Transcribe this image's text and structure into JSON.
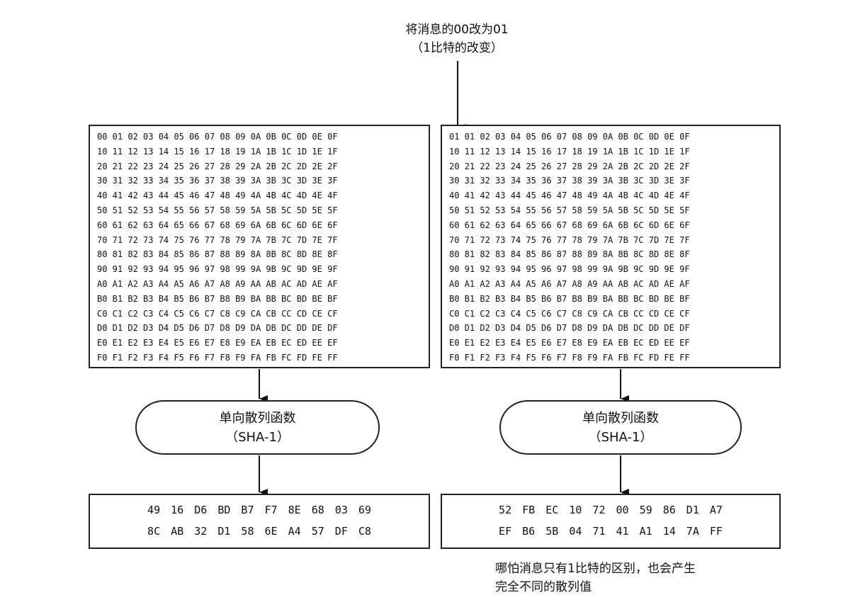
{
  "top_note": {
    "line1": "将消息的00改为01",
    "line2": "（1比特的改变）"
  },
  "left": {
    "message_rows": [
      "00 01 02 03 04 05 06 07 08 09 0A 0B 0C 0D 0E 0F",
      "10 11 12 13 14 15 16 17 18 19 1A 1B 1C 1D 1E 1F",
      "20 21 22 23 24 25 26 27 28 29 2A 2B 2C 2D 2E 2F",
      "30 31 32 33 34 35 36 37 38 39 3A 3B 3C 3D 3E 3F",
      "40 41 42 43 44 45 46 47 48 49 4A 4B 4C 4D 4E 4F",
      "50 51 52 53 54 55 56 57 58 59 5A 5B 5C 5D 5E 5F",
      "60 61 62 63 64 65 66 67 68 69 6A 6B 6C 6D 6E 6F",
      "70 71 72 73 74 75 76 77 78 79 7A 7B 7C 7D 7E 7F",
      "80 81 82 83 84 85 86 87 88 89 8A 8B 8C 8D 8E 8F",
      "90 91 92 93 94 95 96 97 98 99 9A 9B 9C 9D 9E 9F",
      "A0 A1 A2 A3 A4 A5 A6 A7 A8 A9 AA AB AC AD AE AF",
      "B0 B1 B2 B3 B4 B5 B6 B7 B8 B9 BA BB BC BD BE BF",
      "C0 C1 C2 C3 C4 C5 C6 C7 C8 C9 CA CB CC CD CE CF",
      "D0 D1 D2 D3 D4 D5 D6 D7 D8 D9 DA DB DC DD DE DF",
      "E0 E1 E2 E3 E4 E5 E6 E7 E8 E9 EA EB EC ED EE EF",
      "F0 F1 F2 F3 F4 F5 F6 F7 F8 F9 FA FB FC FD FE FF"
    ],
    "function_name": "单向散列函数",
    "function_algo": "（SHA-1）",
    "hash_line1": "49 16 D6 BD B7 F7 8E 68 03 69",
    "hash_line2": "8C AB 32 D1 58 6E A4 57 DF C8"
  },
  "right": {
    "message_rows": [
      "01 01 02 03 04 05 06 07 08 09 0A 0B 0C 0D 0E 0F",
      "10 11 12 13 14 15 16 17 18 19 1A 1B 1C 1D 1E 1F",
      "20 21 22 23 24 25 26 27 28 29 2A 2B 2C 2D 2E 2F",
      "30 31 32 33 34 35 36 37 38 39 3A 3B 3C 3D 3E 3F",
      "40 41 42 43 44 45 46 47 48 49 4A 4B 4C 4D 4E 4F",
      "50 51 52 53 54 55 56 57 58 59 5A 5B 5C 5D 5E 5F",
      "60 61 62 63 64 65 66 67 68 69 6A 6B 6C 6D 6E 6F",
      "70 71 72 73 74 75 76 77 78 79 7A 7B 7C 7D 7E 7F",
      "80 81 82 83 84 85 86 87 88 89 8A 8B 8C 8D 8E 8F",
      "90 91 92 93 94 95 96 97 98 99 9A 9B 9C 9D 9E 9F",
      "A0 A1 A2 A3 A4 A5 A6 A7 A8 A9 AA AB AC AD AE AF",
      "B0 B1 B2 B3 B4 B5 B6 B7 B8 B9 BA BB BC BD BE BF",
      "C0 C1 C2 C3 C4 C5 C6 C7 C8 C9 CA CB CC CD CE CF",
      "D0 D1 D2 D3 D4 D5 D6 D7 D8 D9 DA DB DC DD DE DF",
      "E0 E1 E2 E3 E4 E5 E6 E7 E8 E9 EA EB EC ED EE EF",
      "F0 F1 F2 F3 F4 F5 F6 F7 F8 F9 FA FB FC FD FE FF"
    ],
    "function_name": "单向散列函数",
    "function_algo": "（SHA-1）",
    "hash_line1": "52 FB EC 10 72 00 59 86 D1 A7",
    "hash_line2": "EF B6 5B 04 71 41 A1 14 7A FF"
  },
  "bottom_note": {
    "line1": "哪怕消息只有1比特的区别，也会产生",
    "line2": "完全不同的散列值"
  }
}
